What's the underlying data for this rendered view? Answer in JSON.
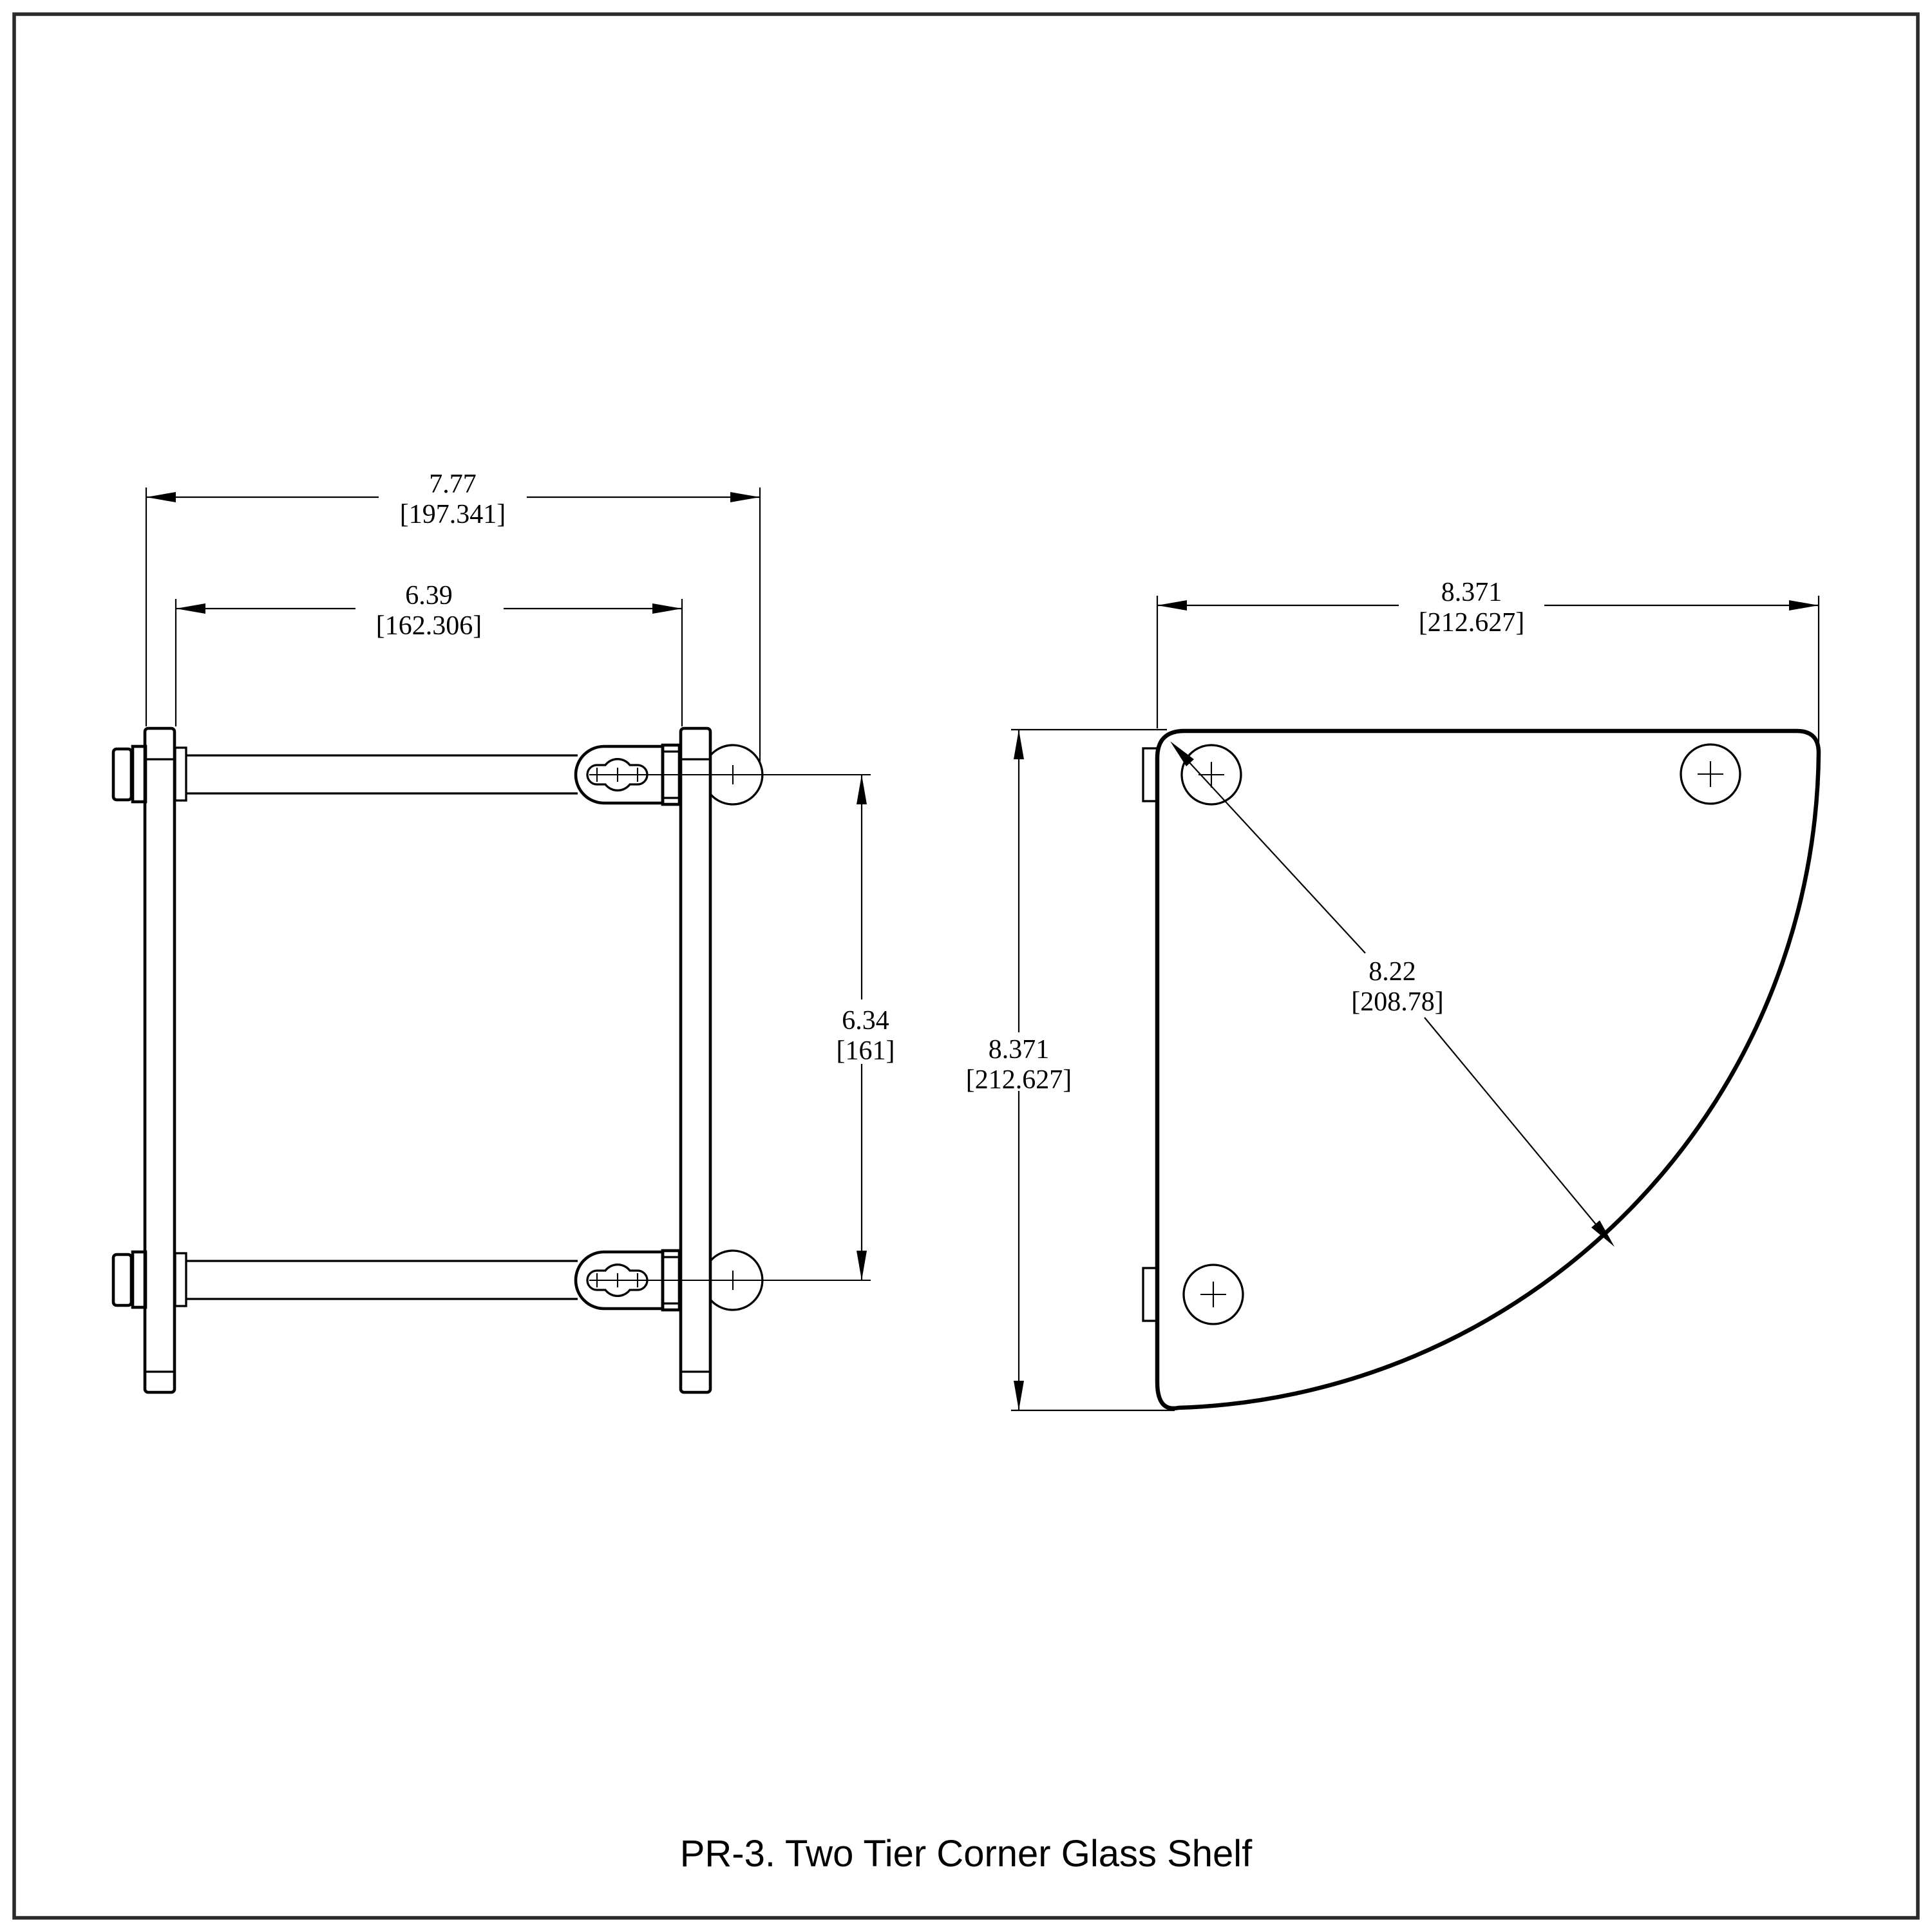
{
  "page": {
    "background": "#ffffff",
    "border_color": "#2a2a2a",
    "line_color": "#000000"
  },
  "title": "PR-3. Two Tier Corner Glass Shelf",
  "side_view": {
    "label": "side-elevation-view",
    "dims": {
      "overall_width": {
        "value_in": "7.77",
        "value_mm": "[197.341]"
      },
      "inner_width": {
        "value_in": "6.39",
        "value_mm": "[162.306]"
      },
      "tier_spacing": {
        "value_in": "6.34",
        "value_mm": "[161]"
      }
    }
  },
  "plan_view": {
    "label": "top-plan-view",
    "dims": {
      "width": {
        "value_in": "8.371",
        "value_mm": "[212.627]"
      },
      "depth": {
        "value_in": "8.371",
        "value_mm": "[212.627]"
      },
      "diagonal": {
        "value_in": "8.22",
        "value_mm": "[208.78]"
      }
    }
  }
}
